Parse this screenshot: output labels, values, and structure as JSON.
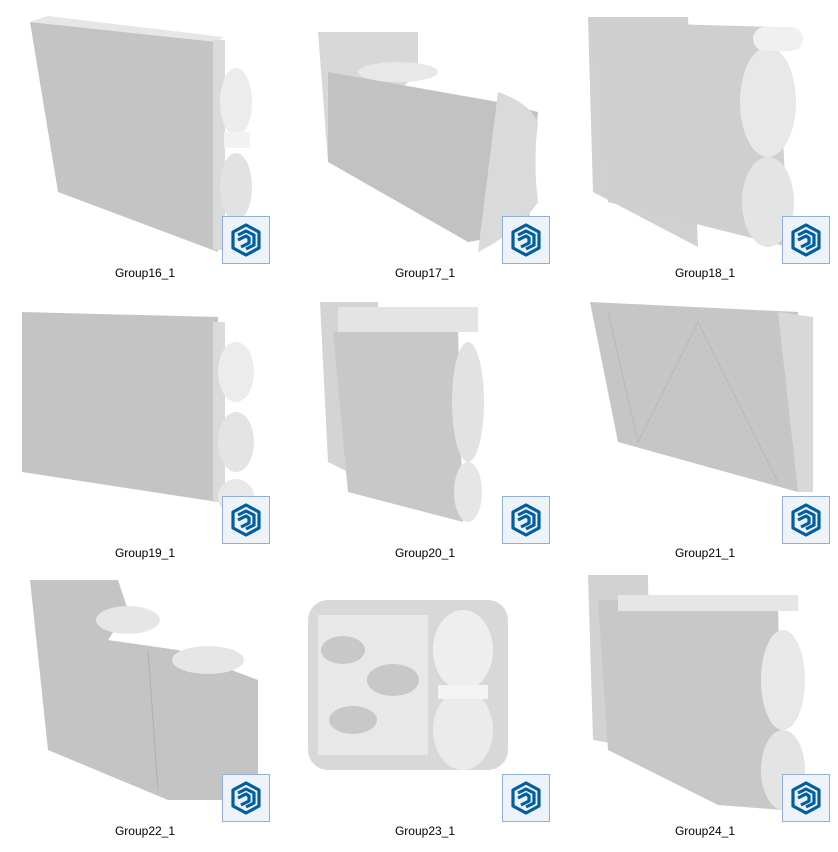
{
  "items": [
    {
      "name": "Group16_1",
      "icon": "sketchup-file-icon"
    },
    {
      "name": "Group17_1",
      "icon": "sketchup-file-icon"
    },
    {
      "name": "Group18_1",
      "icon": "sketchup-file-icon"
    },
    {
      "name": "Group19_1",
      "icon": "sketchup-file-icon"
    },
    {
      "name": "Group20_1",
      "icon": "sketchup-file-icon"
    },
    {
      "name": "Group21_1",
      "icon": "sketchup-file-icon"
    },
    {
      "name": "Group22_1",
      "icon": "sketchup-file-icon"
    },
    {
      "name": "Group23_1",
      "icon": "sketchup-file-icon"
    },
    {
      "name": "Group24_1",
      "icon": "sketchup-file-icon"
    }
  ],
  "colors": {
    "logo": "#005f9e",
    "badge_bg": "#eef3fa",
    "badge_border": "#8fb0d8",
    "model": "#c8c8c8"
  }
}
